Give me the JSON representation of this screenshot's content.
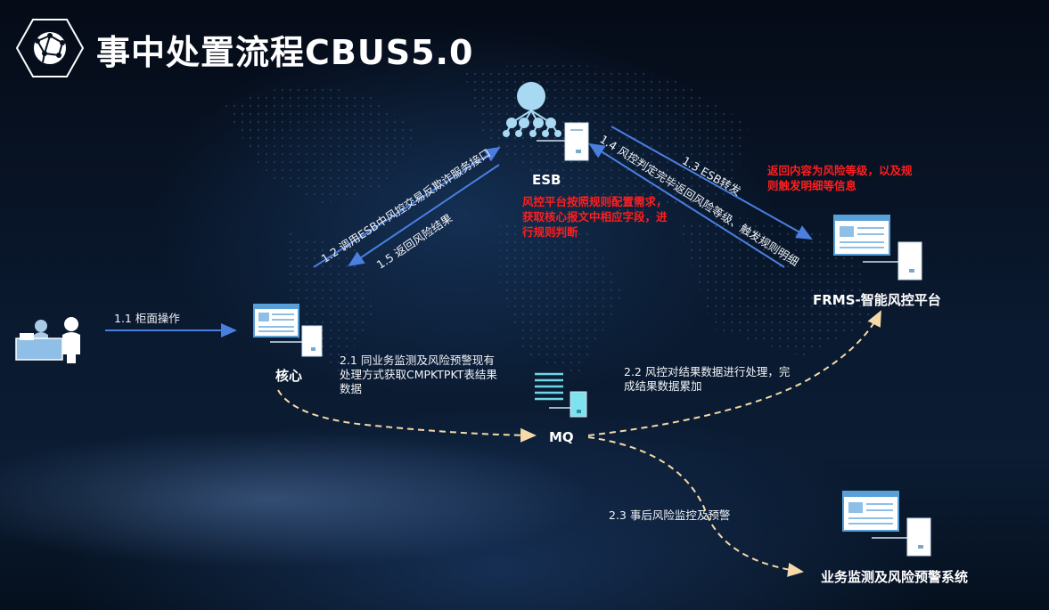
{
  "page": {
    "title": "事中处置流程CBUS5.0"
  },
  "nodes": {
    "esb": "ESB",
    "core": "核心",
    "mq": "MQ",
    "frms": "FRMS-智能风控平台",
    "monitor": "业务监测及风险预警系统"
  },
  "steps": {
    "s1_1": "1.1 柜面操作",
    "s1_2": "1.2 调用ESB中风控交易反欺诈服务接口",
    "s1_3": "1.3 ESB转发",
    "s1_4": "1.4 风控判定完毕返回风险等级、触发规则明细",
    "s1_5": "1.5 返回风险结果",
    "s2_1_line1": "2.1 同业务监测及风险预警现有",
    "s2_1_line2": "处理方式获取CMPKTPKT表结果",
    "s2_1_line3": "数据",
    "s2_2_line1": "2.2 风控对结果数据进行处理，完",
    "s2_2_line2": "成结果数据累加",
    "s2_3": "2.3 事后风险监控及预警"
  },
  "notes": {
    "esb_note_line1": "风控平台按照规则配置需求，",
    "esb_note_line2": "获取核心报文中相应字段，进",
    "esb_note_line3": "行规则判断",
    "frms_note_line1": "返回内容为风险等级，以及规",
    "frms_note_line2": "则触发明细等信息"
  },
  "colors": {
    "solid_arrow": "#4a7fe0",
    "dashed_arrow": "#f5d9a8",
    "note_red": "#ff1e1e",
    "node_accent": "#5aa0d8"
  },
  "icons": {
    "logo": "network-globe-icon",
    "esb": "network-hub-icon",
    "core": "server-window-icon",
    "mq": "queue-document-icon",
    "frms": "server-window-icon",
    "monitor": "server-window-icon",
    "teller": "bank-teller-icon"
  }
}
